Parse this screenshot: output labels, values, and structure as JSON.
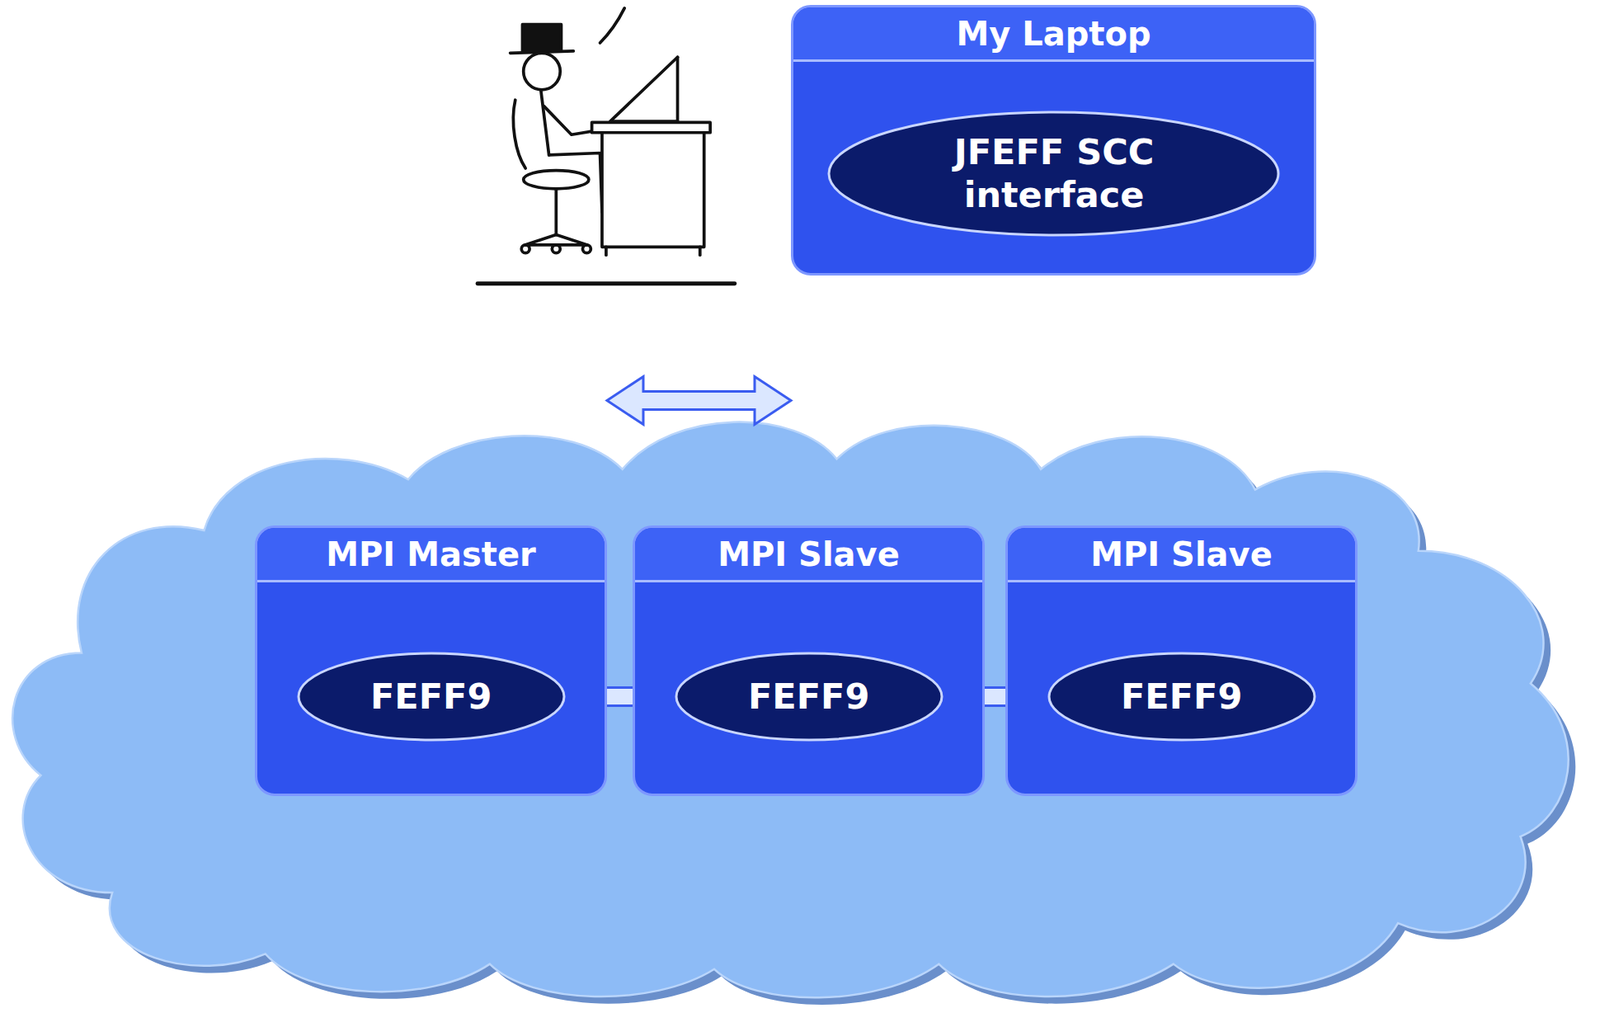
{
  "diagram": {
    "nodes": [
      {
        "text": [
          "My Laptop"
        ]
      },
      {
        "text": [
          "JFEFF SCC interface"
        ],
        "in": 0
      },
      {
        "text": [
          "MPI Master"
        ]
      },
      {
        "text": [
          "FEFF9"
        ],
        "in": 2
      },
      {
        "text": [
          "MPI Slave"
        ]
      },
      {
        "text": [
          "FEFF9"
        ],
        "in": 4
      },
      {
        "text": [
          "MPI Slave"
        ]
      },
      {
        "text": [
          "FEFF9"
        ],
        "in": 6
      }
    ],
    "edges": [
      {
        "from": 0,
        "to": 2,
        "arrow": "both"
      },
      {
        "from": 3,
        "to": 5,
        "arrow": "both"
      },
      {
        "from": 5,
        "to": 7,
        "arrow": "both"
      }
    ]
  }
}
